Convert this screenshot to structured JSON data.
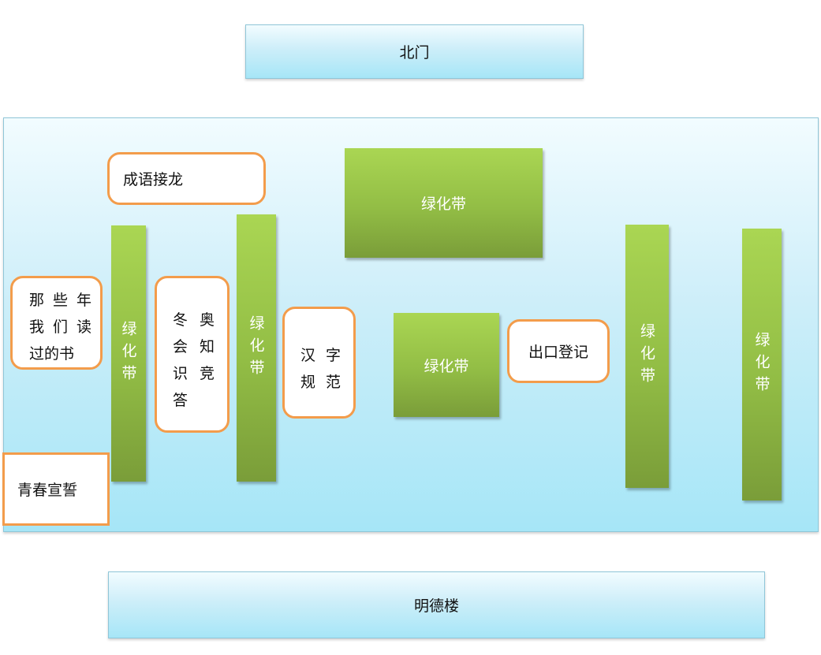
{
  "north_gate": "北门",
  "mingde_building": "明德楼",
  "greenbelt_label": "绿化带",
  "activities": {
    "idiom_chain": "成语接龙",
    "books": [
      "那",
      "些",
      "年",
      "我",
      "们",
      "读",
      "过的书"
    ],
    "olympiad_quiz": [
      "冬",
      "奥",
      "会",
      "知",
      "识",
      "竞",
      "答",
      ""
    ],
    "hanzi_norm": [
      "汉",
      "字",
      "规",
      "范"
    ],
    "exit_registration": "出口登记",
    "youth_oath": "青春宣誓"
  },
  "colors": {
    "sky_gradient_top": "#f2fcff",
    "sky_gradient_bottom": "#a6e6f7",
    "greenbelt_top": "#aad653",
    "greenbelt_bottom": "#7a9d39",
    "activity_border": "#f39c4b"
  }
}
